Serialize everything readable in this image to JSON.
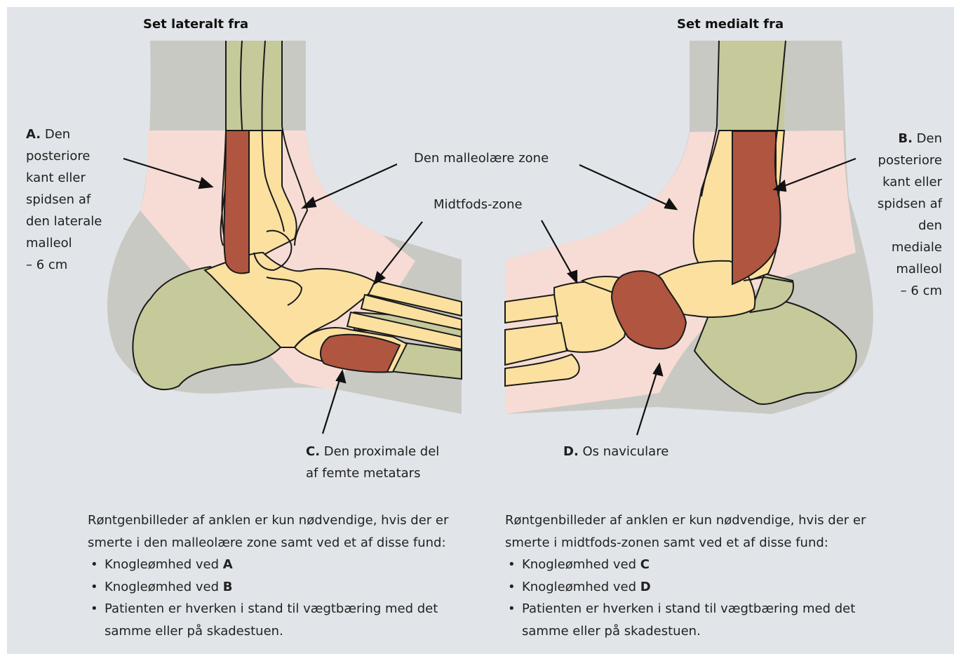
{
  "titles": {
    "left": "Set lateralt fra",
    "right": "Set medialt fra"
  },
  "labels": {
    "a_letter": "A.",
    "a_lines": [
      "Den",
      "posteriore",
      "kant eller",
      "spidsen af",
      "den laterale",
      "malleol",
      "– 6 cm"
    ],
    "b_letter": "B.",
    "b_lines": [
      "Den",
      "posteriore",
      "kant eller",
      "spidsen af",
      "den",
      "mediale",
      "malleol",
      "– 6 cm"
    ],
    "malleolar_zone": "Den malleolære zone",
    "midfoot_zone": "Midtfods-zone",
    "c_letter": "C.",
    "c_lines": [
      "Den proximale del",
      "af femte metatars"
    ],
    "d_letter": "D.",
    "d_text": "Os naviculare"
  },
  "left_text": {
    "intro": [
      "Røntgenbilleder af anklen er kun nødvendige, hvis der er",
      "smerte i den malleolære zone samt ved et af disse fund:"
    ],
    "bullets": [
      {
        "text": "Knogleømhed ved ",
        "bold": "A"
      },
      {
        "text": "Knogleømhed ved ",
        "bold": "B"
      },
      {
        "text": "Patienten er hverken i stand til vægtbæring med det samme eller på skadestuen.",
        "bold": ""
      }
    ]
  },
  "right_text": {
    "intro": [
      "Røntgenbilleder af anklen er kun nødvendige, hvis der er",
      "smerte i midtfods-zonen samt ved et af disse fund:"
    ],
    "bullets": [
      {
        "text": "Knogleømhed ved ",
        "bold": "C"
      },
      {
        "text": "Knogleømhed ved ",
        "bold": "D"
      },
      {
        "text": "Patienten er hverken i stand til vægtbæring med det samme eller på skadestuen.",
        "bold": ""
      }
    ]
  },
  "colors": {
    "background": "#e1e5e9",
    "soft_tissue": "#c9c9c4",
    "zone": "#f7dcd5",
    "bone": "#fbe0a0",
    "bone_in_grey": "#c6c99a",
    "tender_area": "#b05540",
    "outline": "#1a1a1a"
  }
}
